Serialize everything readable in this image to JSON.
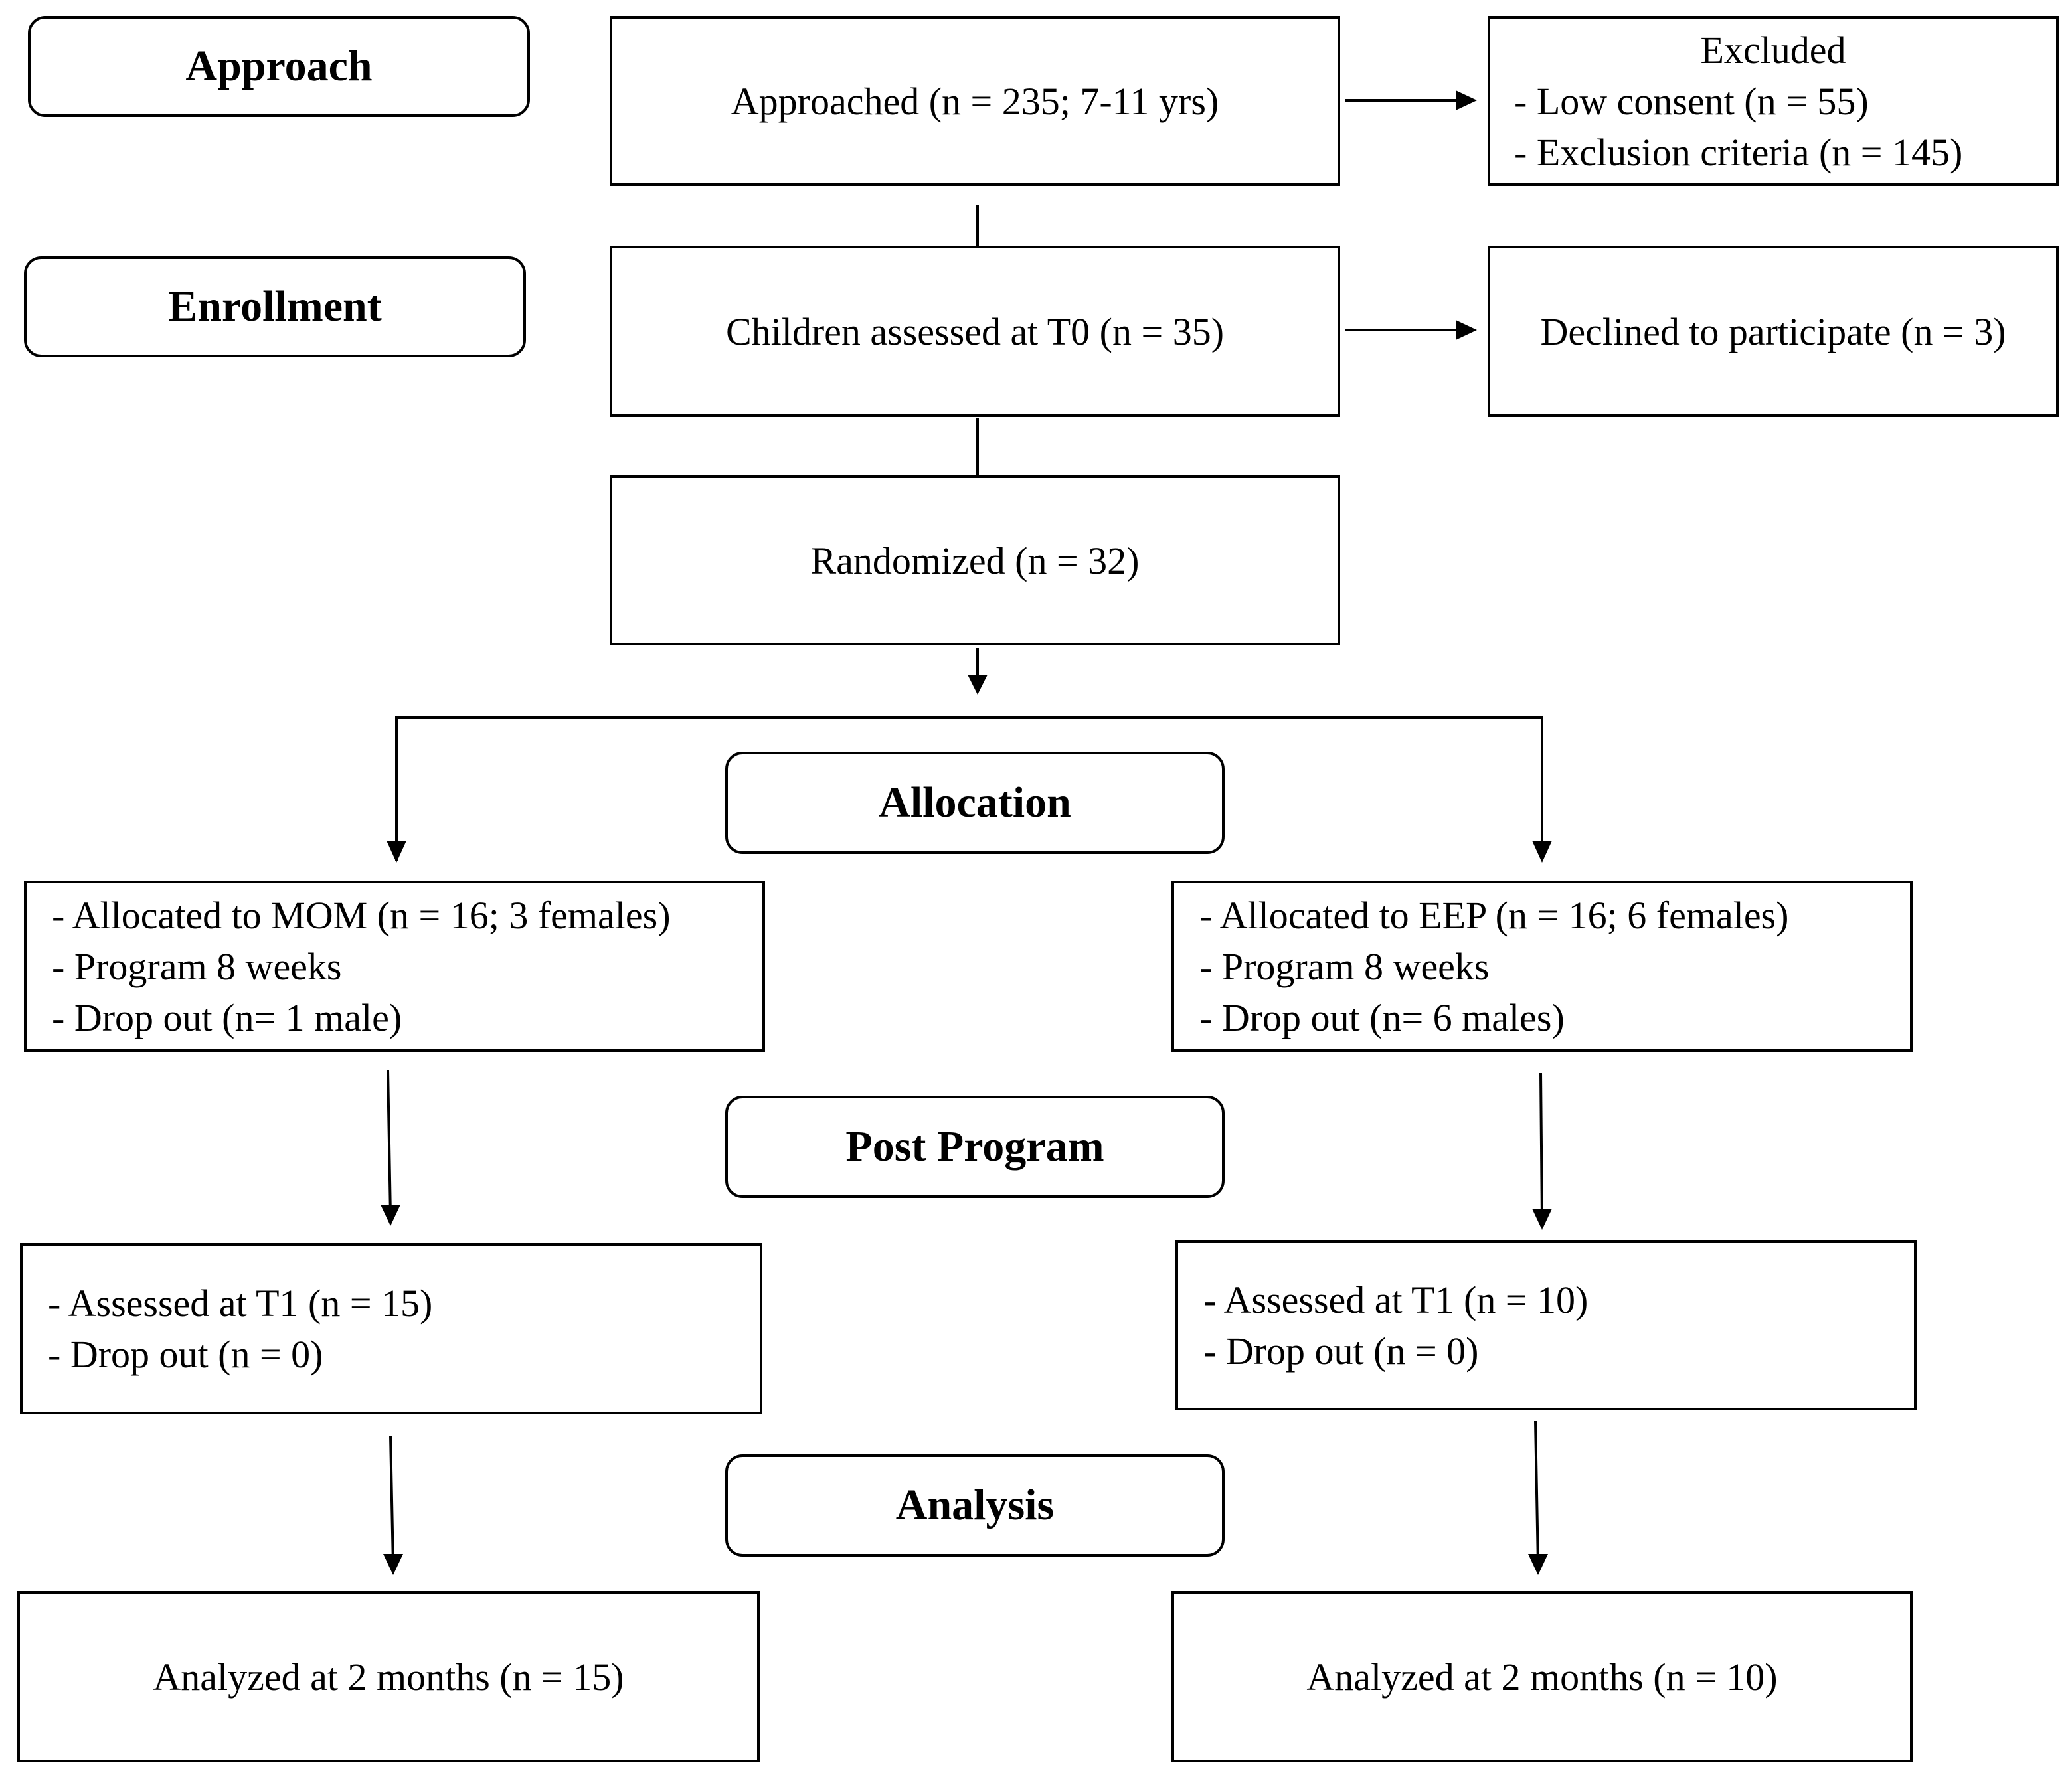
{
  "stages": {
    "approach": "Approach",
    "enrollment": "Enrollment",
    "allocation": "Allocation",
    "post_program": "Post Program",
    "analysis": "Analysis"
  },
  "boxes": {
    "approached": "Approached  (n = 235;  7-11 yrs)",
    "excluded": {
      "title": "Excluded",
      "items": [
        "- Low consent (n = 55)",
        "- Exclusion criteria  (n = 145)"
      ]
    },
    "assessed_t0": "Children assessed at T0  (n = 35)",
    "declined": "Declined to participate  (n = 3)",
    "randomized": "Randomized (n = 32)",
    "mom_allocation": [
      "- Allocated to MOM (n = 16; 3 females)",
      "- Program 8 weeks",
      "- Drop out (n= 1 male)"
    ],
    "eep_allocation": [
      "- Allocated to EEP (n = 16; 6 females)",
      "- Program 8 weeks",
      "- Drop out (n= 6 males)"
    ],
    "mom_t1": [
      "- Assessed at T1  (n = 15)",
      "- Drop out (n = 0)"
    ],
    "eep_t1": [
      "- Assessed at T1  (n = 10)",
      "- Drop out (n = 0)"
    ],
    "mom_analysis": "Analyzed at 2 months (n = 15)",
    "eep_analysis": "Analyzed at 2 months (n = 10)"
  }
}
